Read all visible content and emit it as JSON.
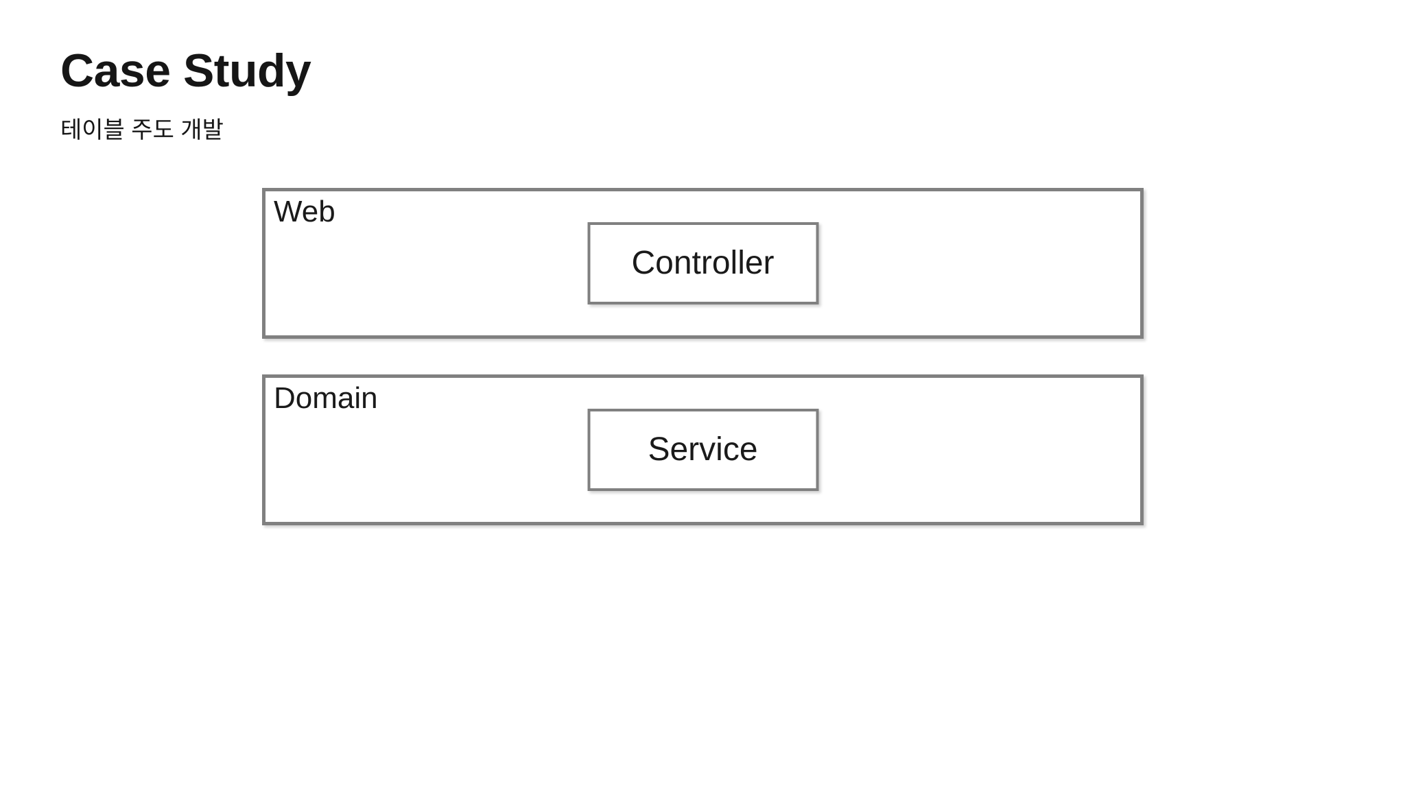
{
  "slide": {
    "title": "Case Study",
    "subtitle": "테이블 주도 개발",
    "colors": {
      "background": "#ffffff",
      "text": "#1a1a1a",
      "box_border": "#808080",
      "box_fill": "#ffffff"
    },
    "layers": [
      {
        "label": "Web",
        "component": "Controller"
      },
      {
        "label": "Domain",
        "component": "Service"
      }
    ]
  }
}
